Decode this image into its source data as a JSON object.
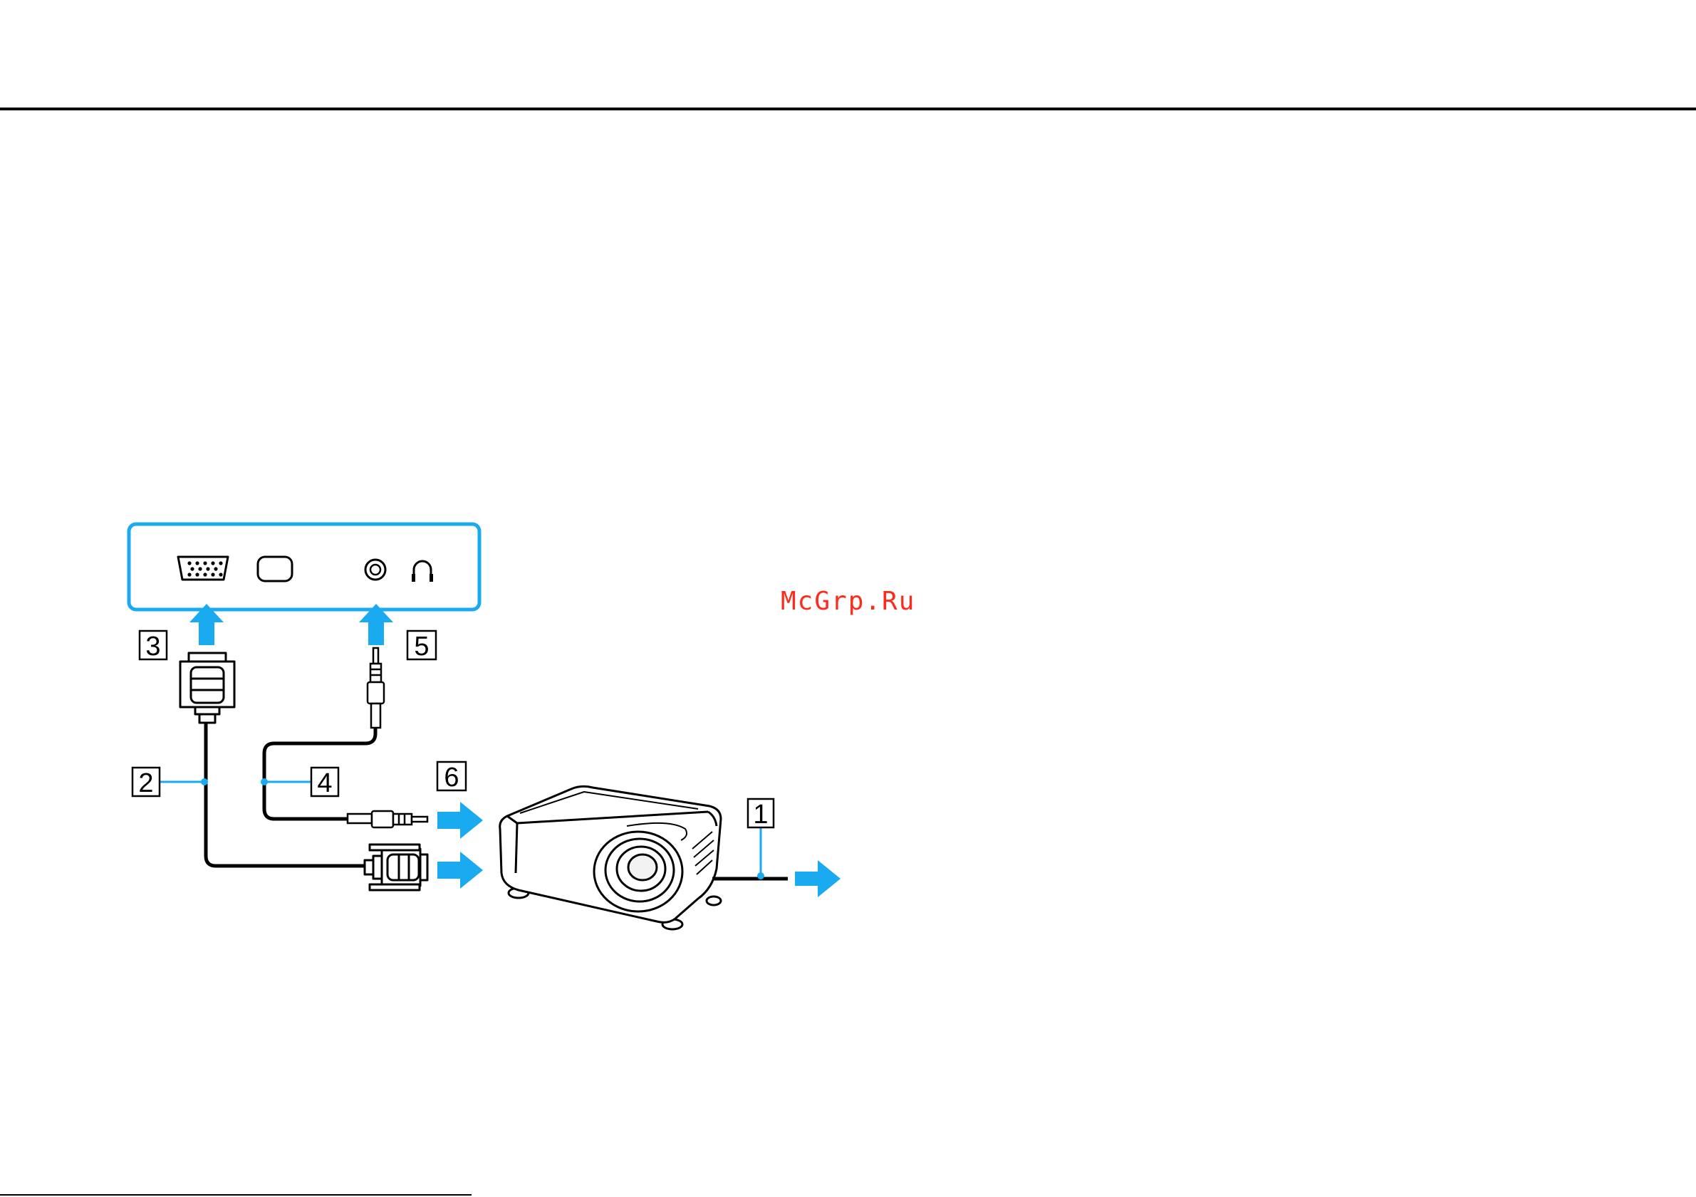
{
  "diagram": {
    "callouts": {
      "c1": "1",
      "c2": "2",
      "c3": "3",
      "c4": "4",
      "c5": "5",
      "c6": "6"
    }
  },
  "watermark": {
    "text": "McGrp.Ru"
  },
  "colors": {
    "accent_blue": "#1aaaf0",
    "line": "#000000",
    "watermark": "#ff2a1a"
  }
}
